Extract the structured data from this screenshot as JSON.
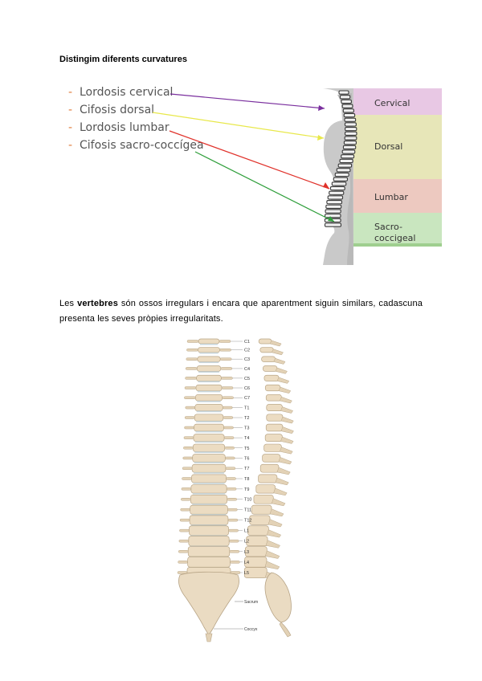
{
  "heading": "Distingim diferents curvatures",
  "curvatures": [
    {
      "label": "Lordosis cervical",
      "arrow_color": "#7a2f9e"
    },
    {
      "label": "Cifosis dorsal",
      "arrow_color": "#e8e84a"
    },
    {
      "label": "Lordosis lumbar",
      "arrow_color": "#e0312a"
    },
    {
      "label": "Cifosis sacro-coccígea",
      "arrow_color": "#2e9e3a"
    }
  ],
  "regions": [
    {
      "label": "Cervical",
      "color": "#e8c8e4"
    },
    {
      "label": "Dorsal",
      "color": "#e7e6b8"
    },
    {
      "label": "Lumbar",
      "color": "#edc9c0"
    },
    {
      "label": "Sacro-",
      "label2": "coccigeal",
      "color": "#c9e6bf"
    }
  ],
  "paragraph": {
    "before": "Les ",
    "bold": "vertebres",
    "after": " són ossos irregulars i encara que aparentment siguin similars, cadascuna presenta les seves pròpies irregularitats."
  },
  "vertebra_labels": [
    "C1",
    "C2",
    "C3",
    "C4",
    "C5",
    "C6",
    "C7",
    "T1",
    "T2",
    "T3",
    "T4",
    "T5",
    "T6",
    "T7",
    "T8",
    "T9",
    "T10",
    "T11",
    "T12",
    "L1",
    "L2",
    "L3",
    "L4",
    "L5"
  ],
  "sacrum_label": "Sacrum",
  "coccyx_label": "Coccyx"
}
